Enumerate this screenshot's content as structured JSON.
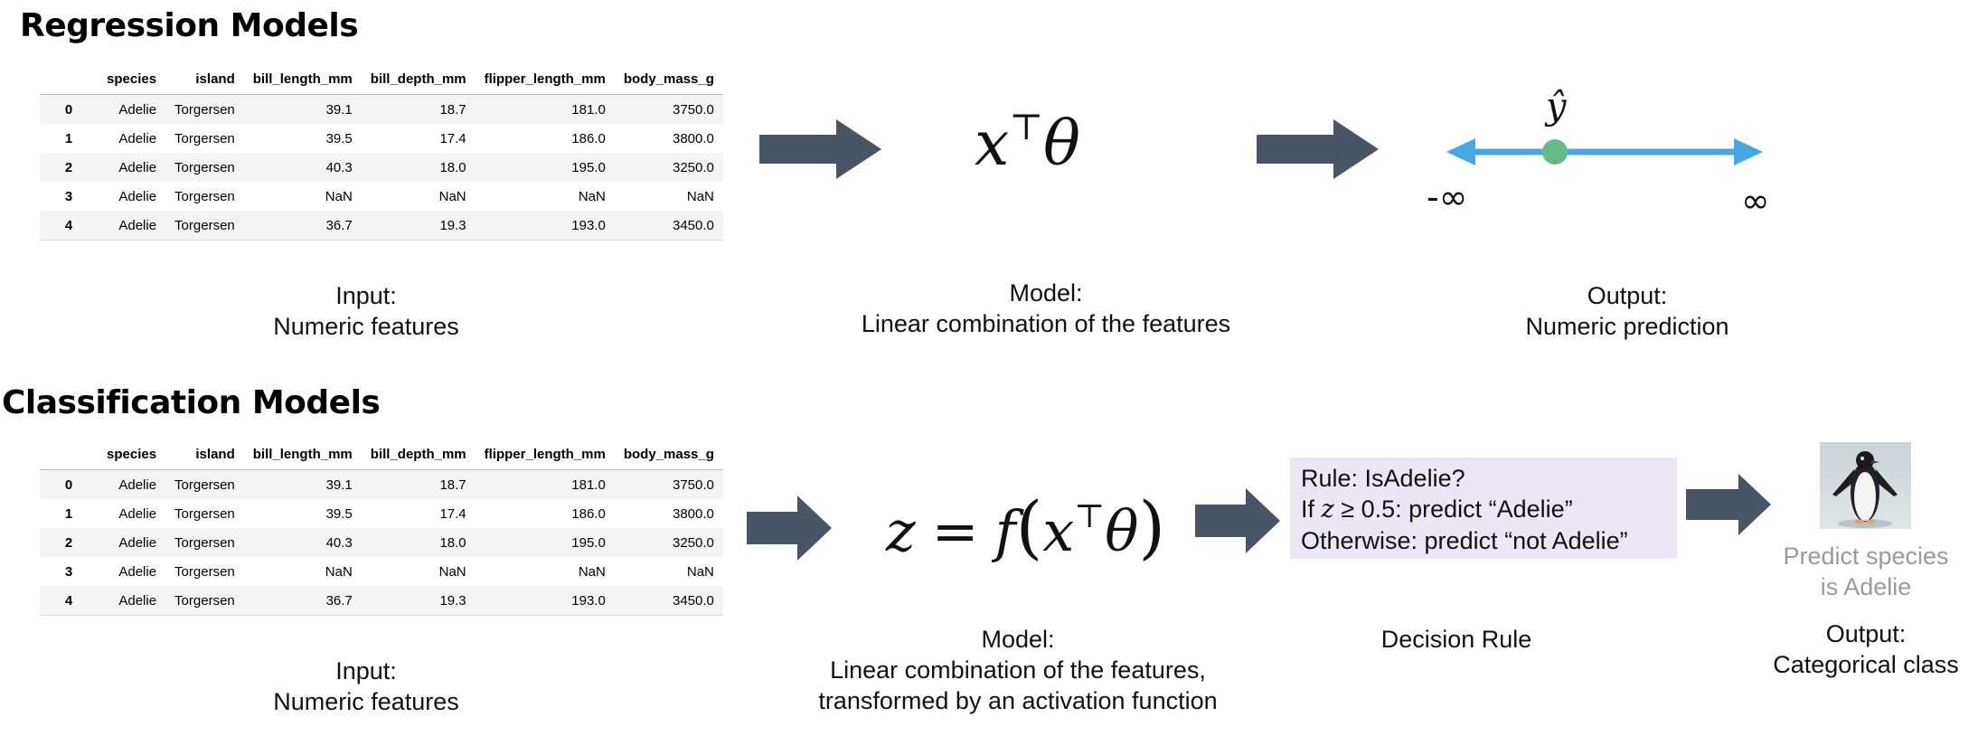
{
  "regression": {
    "title": "Regression Models",
    "input_caption": [
      "Input:",
      "Numeric features"
    ],
    "model_formula": {
      "x": "x",
      "transpose": "⊤",
      "theta": "θ"
    },
    "model_caption": [
      "Model:",
      "Linear combination of the features"
    ],
    "output": {
      "yhat": "ŷ",
      "neg_inf": "-∞",
      "pos_inf": "∞"
    },
    "output_caption": [
      "Output:",
      "Numeric prediction"
    ]
  },
  "classification": {
    "title": "Classification Models",
    "input_caption": [
      "Input:",
      "Numeric features"
    ],
    "model_formula": {
      "z": "z",
      "eq": "=",
      "f": "f",
      "x": "x",
      "transpose": "⊤",
      "theta": "θ"
    },
    "model_caption": [
      "Model:",
      "Linear combination of the features,",
      "transformed by an activation function"
    ],
    "rule": {
      "line1": "Rule: IsAdelie?",
      "line2_pre": "If ",
      "line2_z": "z",
      "line2_op": " ≥  0.5",
      "line2_post": ": predict “Adelie”",
      "line3": "Otherwise: predict “not Adelie”"
    },
    "rule_caption": "Decision Rule",
    "prediction_text": [
      "Predict species",
      "is Adelie"
    ],
    "output_caption": [
      "Output:",
      "Categorical class"
    ]
  },
  "table": {
    "columns": [
      "",
      "species",
      "island",
      "bill_length_mm",
      "bill_depth_mm",
      "flipper_length_mm",
      "body_mass_g"
    ],
    "rows": [
      [
        "0",
        "Adelie",
        "Torgersen",
        "39.1",
        "18.7",
        "181.0",
        "3750.0"
      ],
      [
        "1",
        "Adelie",
        "Torgersen",
        "39.5",
        "17.4",
        "186.0",
        "3800.0"
      ],
      [
        "2",
        "Adelie",
        "Torgersen",
        "40.3",
        "18.0",
        "195.0",
        "3250.0"
      ],
      [
        "3",
        "Adelie",
        "Torgersen",
        "NaN",
        "NaN",
        "NaN",
        "NaN"
      ],
      [
        "4",
        "Adelie",
        "Torgersen",
        "36.7",
        "19.3",
        "193.0",
        "3450.0"
      ]
    ]
  },
  "colors": {
    "arrow": "#485566",
    "number_line": "#4aa6e2",
    "yhat_point": "#66bb88",
    "rule_background": "#ece6f6"
  },
  "icons": [
    "block-arrow-icon",
    "penguin-icon"
  ]
}
